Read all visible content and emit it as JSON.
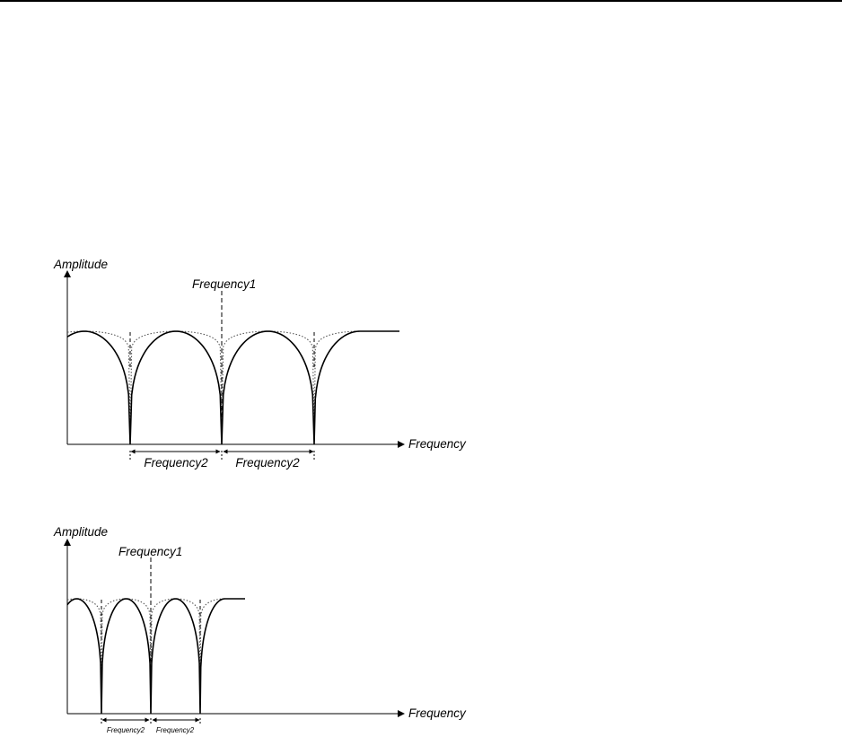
{
  "diagrams": [
    {
      "y_axis_label": "Amplitude",
      "x_axis_label": "Frequency",
      "marker_label": "Frequency1",
      "spacing_labels": [
        "Frequency2",
        "Frequency2"
      ]
    },
    {
      "y_axis_label": "Amplitude",
      "x_axis_label": "Frequency",
      "marker_label": "Frequency1",
      "spacing_labels": [
        "Frequency2",
        "Frequency2"
      ]
    }
  ],
  "colors": {
    "stroke": "#000000",
    "dotted": "#555555",
    "background": "#ffffff"
  }
}
